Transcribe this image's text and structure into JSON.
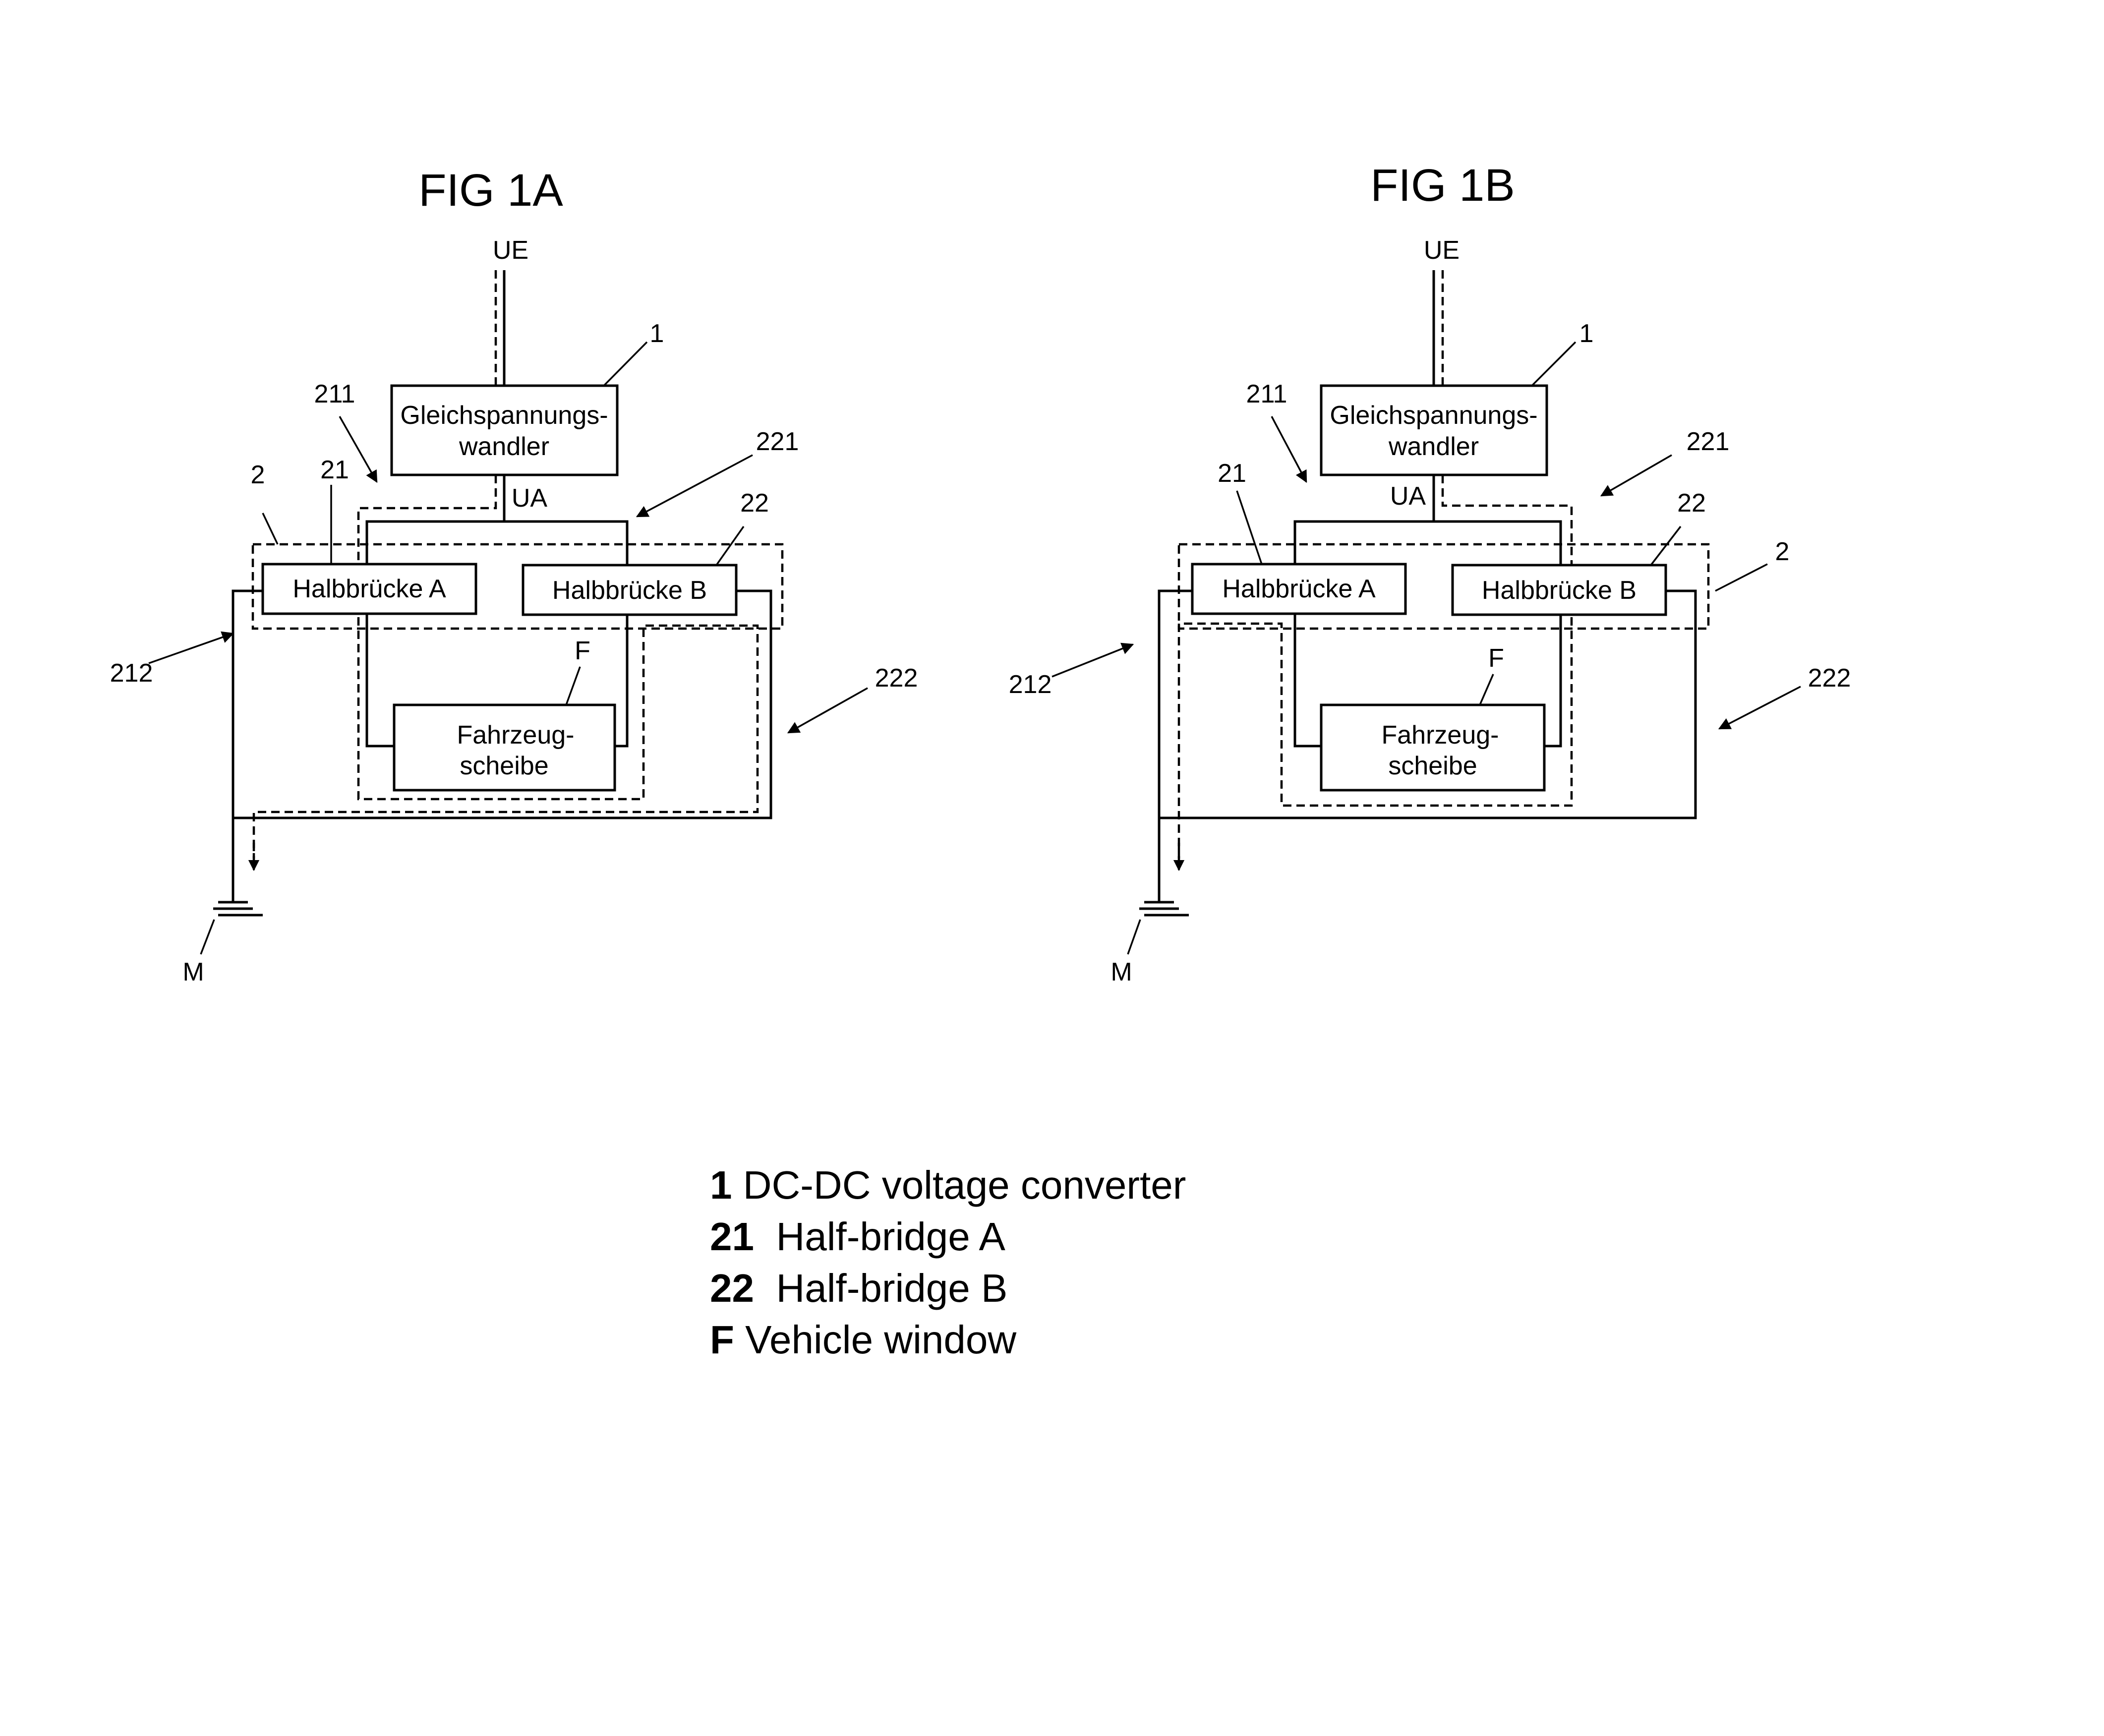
{
  "figures": [
    {
      "id": "fig1a",
      "title": "FIG 1A",
      "input_label": "UE",
      "output_label": "UA",
      "ground_label": "M",
      "converter": {
        "ref": "1",
        "line1": "Gleichspannungs-",
        "line2": "wandler"
      },
      "halfbridge_a": {
        "ref": "21",
        "label": "Halbbrücke A"
      },
      "halfbridge_b": {
        "ref": "22",
        "label": "Halbbrücke B"
      },
      "load": {
        "ref": "F",
        "line1": "Fahrzeug-",
        "line2": "scheibe"
      },
      "group_ref": "2",
      "path_refs": {
        "p211": "211",
        "p212": "212",
        "p221": "221",
        "p222": "222"
      }
    },
    {
      "id": "fig1b",
      "title": "FIG 1B",
      "input_label": "UE",
      "output_label": "UA",
      "ground_label": "M",
      "converter": {
        "ref": "1",
        "line1": "Gleichspannungs-",
        "line2": "wandler"
      },
      "halfbridge_a": {
        "ref": "21",
        "label": "Halbbrücke A"
      },
      "halfbridge_b": {
        "ref": "22",
        "label": "Halbbrücke B"
      },
      "load": {
        "ref": "F",
        "line1": "Fahrzeug-",
        "line2": "scheibe"
      },
      "group_ref": "2",
      "path_refs": {
        "p211": "211",
        "p212": "212",
        "p221": "221",
        "p222": "222"
      }
    }
  ],
  "legend": [
    {
      "num": "1",
      "text": " DC-DC voltage converter"
    },
    {
      "num": "21",
      "text": "  Half-bridge A"
    },
    {
      "num": "22",
      "text": "  Half-bridge B"
    },
    {
      "num": "F",
      "text": " Vehicle window"
    }
  ]
}
